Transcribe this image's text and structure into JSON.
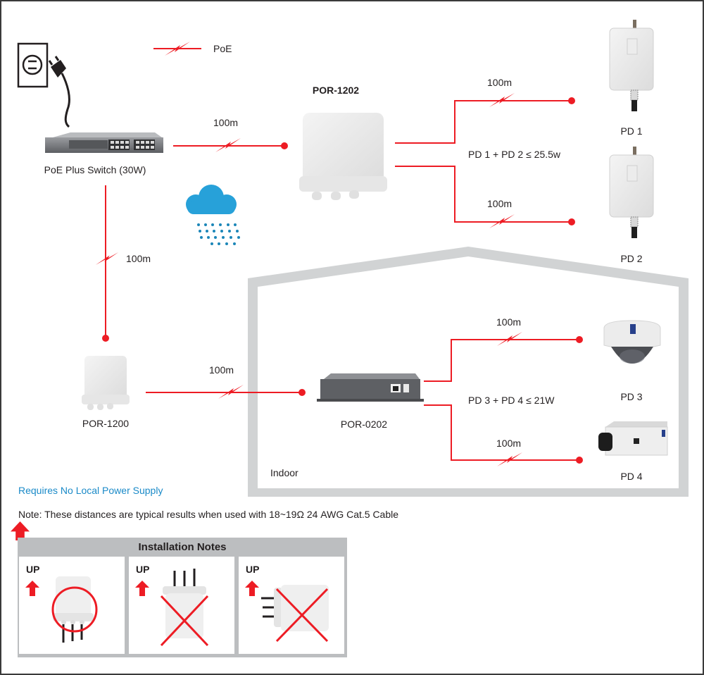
{
  "legend": {
    "symbol": "lightning-cable-icon",
    "label": "PoE"
  },
  "devices": {
    "power_outlet": {
      "icon": "power-outlet-icon"
    },
    "switch": {
      "label": "PoE Plus Switch (30W)",
      "icon": "rack-switch-icon"
    },
    "por1202": {
      "label": "POR-1202",
      "icon": "outdoor-repeater-icon"
    },
    "por1200": {
      "label": "POR-1200",
      "icon": "outdoor-repeater-icon"
    },
    "por0202": {
      "label": "POR-0202",
      "icon": "indoor-repeater-icon"
    },
    "pd1": {
      "label": "PD 1",
      "icon": "outdoor-access-point-icon"
    },
    "pd2": {
      "label": "PD 2",
      "icon": "outdoor-access-point-icon"
    },
    "pd3": {
      "label": "PD 3",
      "icon": "dome-camera-icon"
    },
    "pd4": {
      "label": "PD 4",
      "icon": "box-camera-icon"
    }
  },
  "links": {
    "switch_to_por1202": "100m",
    "por1202_to_pd1": "100m",
    "por1202_to_pd2": "100m",
    "switch_to_por1200": "100m",
    "por1200_to_por0202": "100m",
    "por0202_to_pd3": "100m",
    "por0202_to_pd4": "100m"
  },
  "power_budgets": {
    "outdoor": "PD 1 + PD 2 ≤ 25.5w",
    "indoor": "PD 3 + PD 4 ≤ 21W"
  },
  "weather_icon": "rain-cloud-icon",
  "indoor_label": "Indoor",
  "requires_note": "Requires No Local Power Supply",
  "cable_note": "Note: These distances are typical results when used with 18~19Ω 24 AWG Cat.5 Cable",
  "installation_notes": {
    "title": "Installation Notes",
    "panels": [
      {
        "label": "UP",
        "orientation": "correct (ports down)",
        "mark": "circle"
      },
      {
        "label": "UP",
        "orientation": "incorrect (ports up)",
        "mark": "cross"
      },
      {
        "label": "UP",
        "orientation": "incorrect (ports sideways)",
        "mark": "cross"
      }
    ]
  },
  "colors": {
    "cable": "#ed1c24",
    "house": "#d1d3d4",
    "note_blue": "#1a8ac8",
    "cloud": "#27a1d9"
  }
}
